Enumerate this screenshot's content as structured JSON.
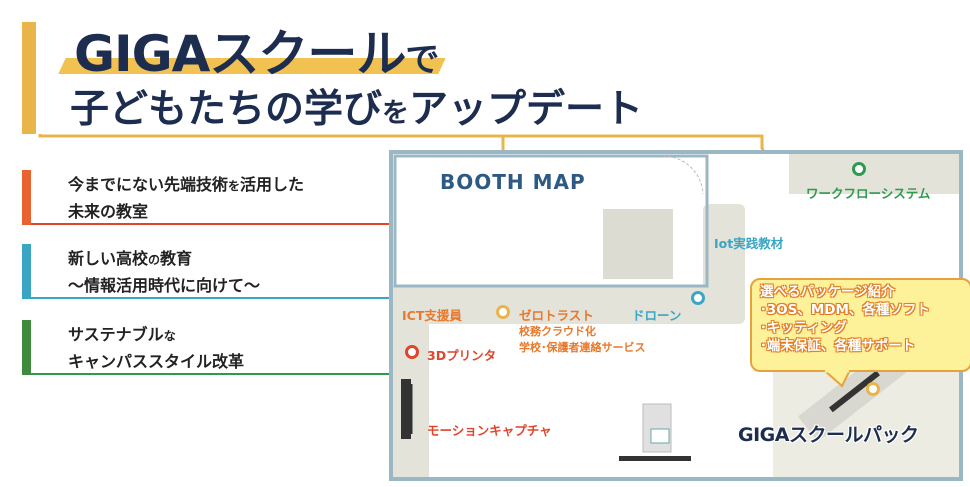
{
  "title": {
    "line1_main": "GIGAスクール",
    "line1_particle": "で",
    "line2_part1": "子どもたちの学び",
    "line2_particle": "を",
    "line2_part2": "アップデート"
  },
  "categories": [
    {
      "line1a": "今までにない先端技術",
      "line1b": "を",
      "line1c": "活用した",
      "line2": "未来の教室",
      "color": "#e8632f"
    },
    {
      "line1a": "新しい高校",
      "line1b": "の",
      "line1c": "教育",
      "line2": "〜情報活用時代に向けて〜",
      "color": "#3aa6c4"
    },
    {
      "line1a": "サステナブル",
      "line1b": "な",
      "line1c": "",
      "line2": "キャンパススタイル改革",
      "color": "#3f8a3c"
    }
  ],
  "map": {
    "title": "BOOTH MAP",
    "labels": {
      "workflow": "ワークフローシステム",
      "iot": "Iot実践教材",
      "drone": "ドローン",
      "ict": "ICT支援員",
      "zerotrust": "ゼロトラスト",
      "zerotrust_sub1": "校務クラウド化",
      "zerotrust_sub2": "学校･保護者連絡サービス",
      "printer": "3Dプリンタ",
      "motion": "モーションキャプチャ",
      "giga_pack": "GIGAスクールパック"
    },
    "callout": {
      "heading": "選べるパッケージ紹介",
      "items": [
        "･3OS、MDM、各種ソフト",
        "･キッティング",
        "･端末保証、各種サポート"
      ]
    }
  },
  "colors": {
    "navy": "#1d2d4f",
    "gold": "#e9b54a",
    "orange": "#e8782a",
    "red": "#e0452c",
    "blue": "#3aa6c4",
    "green": "#2f9a4e",
    "map_border": "#9bb7c4"
  }
}
